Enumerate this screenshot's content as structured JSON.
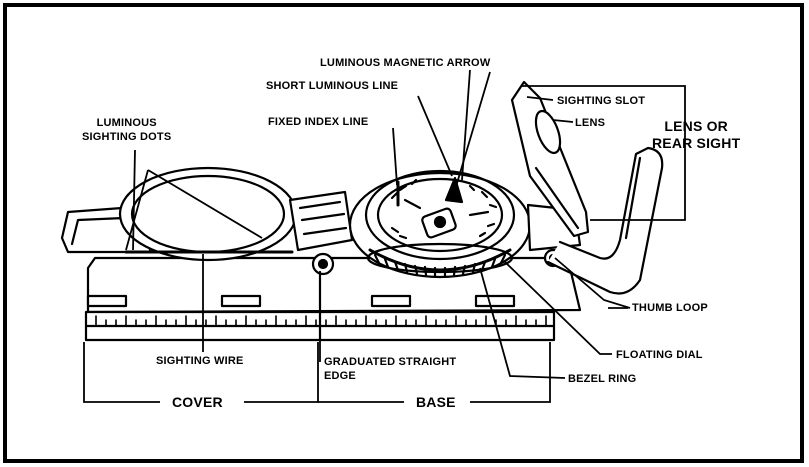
{
  "labels": {
    "luminous_magnetic_arrow": "LUMINOUS MAGNETIC ARROW",
    "short_luminous_line": "SHORT LUMINOUS LINE",
    "luminous_sighting_dots": [
      "LUMINOUS",
      "SIGHTING DOTS"
    ],
    "fixed_index_line": "FIXED INDEX LINE",
    "sighting_slot": "SIGHTING SLOT",
    "lens": "LENS",
    "lens_or_rear_sight": [
      "LENS OR",
      "REAR SIGHT"
    ],
    "thumb_loop": "THUMB LOOP",
    "sighting_wire": "SIGHTING WIRE",
    "graduated_straight_edge": [
      "GRADUATED STRAIGHT",
      "EDGE"
    ],
    "floating_dial": "FLOATING DIAL",
    "bezel_ring": "BEZEL RING",
    "cover": "COVER",
    "base": "BASE"
  }
}
